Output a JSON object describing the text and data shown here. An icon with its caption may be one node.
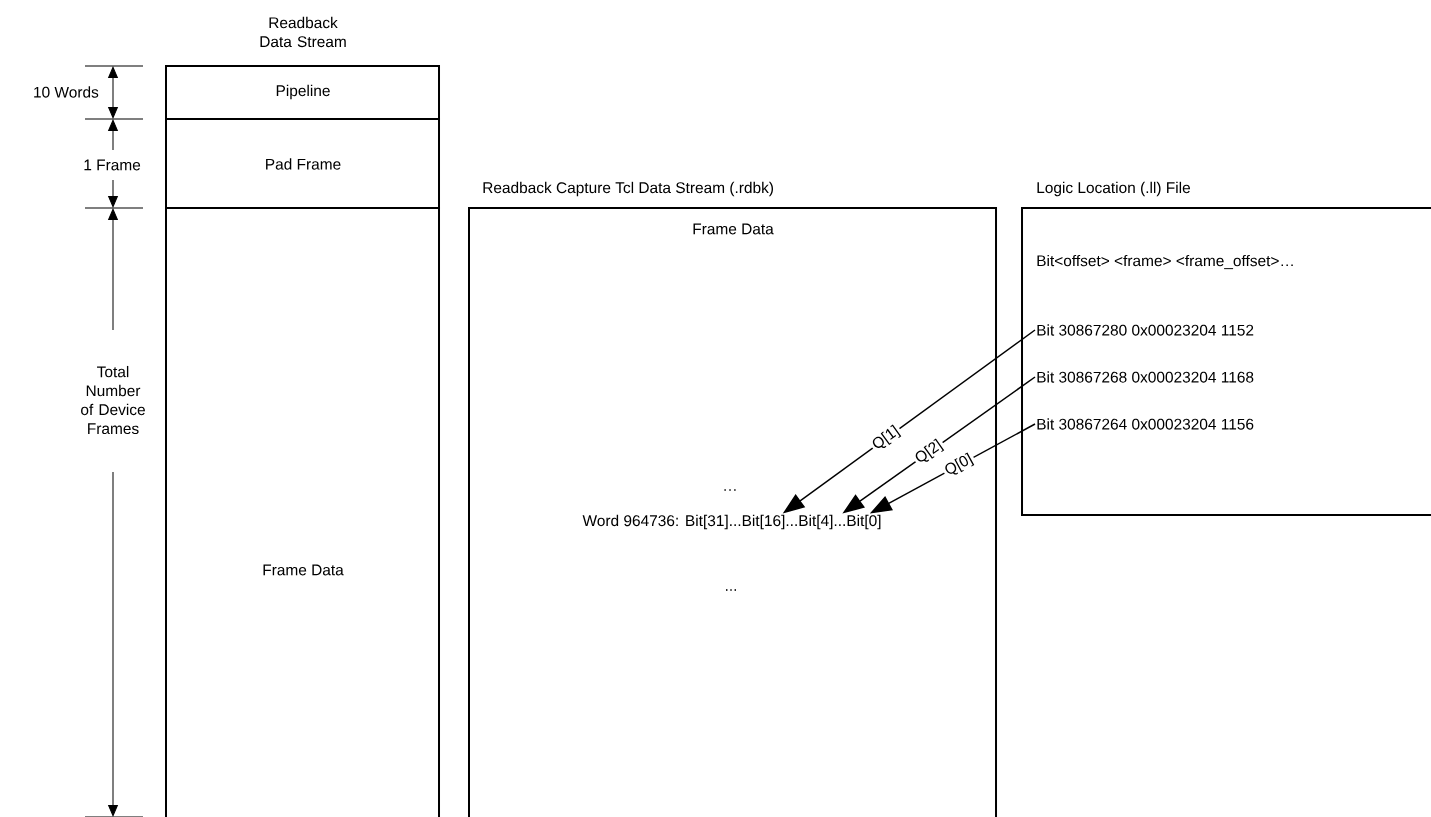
{
  "diagram": {
    "nodes": [
      {
        "text": [
          "Pipeline"
        ]
      },
      {
        "text": [
          "Pad Frame"
        ]
      },
      {
        "text": [
          "Frame Data"
        ]
      },
      {
        "text": [
          "Readback Capture Tcl Data Stream (.rdbk)",
          "Frame Data"
        ]
      },
      {
        "text": [
          "…"
        ],
        "in": 3
      },
      {
        "text": [
          "Word 964736: Bit[31]...Bit[16]...Bit[4]...Bit[0]"
        ],
        "in": 3
      },
      {
        "text": [
          "..."
        ],
        "in": 3
      },
      {
        "text": [
          "Logic Location (.ll) File",
          "Bit<offset> <frame> <frame_offset>…"
        ]
      },
      {
        "text": [
          "Bit 30867280 0x00023204 1152"
        ],
        "in": 7
      },
      {
        "text": [
          "Bit 30867268 0x00023204 1168"
        ],
        "in": 7
      },
      {
        "text": [
          "Bit 30867264 0x00023204 1156"
        ],
        "in": 7
      }
    ],
    "edges": [
      {
        "from": 8,
        "to": 5,
        "arrow": "to",
        "label": "Q[1]"
      },
      {
        "from": 9,
        "to": 5,
        "arrow": "to",
        "label": "Q[2]"
      },
      {
        "from": 10,
        "to": 5,
        "arrow": "to",
        "label": "Q[0]"
      }
    ],
    "labels": [
      "Readback Data Stream",
      "10 Words",
      "1 Frame",
      "Total Number of Device Frames"
    ]
  }
}
